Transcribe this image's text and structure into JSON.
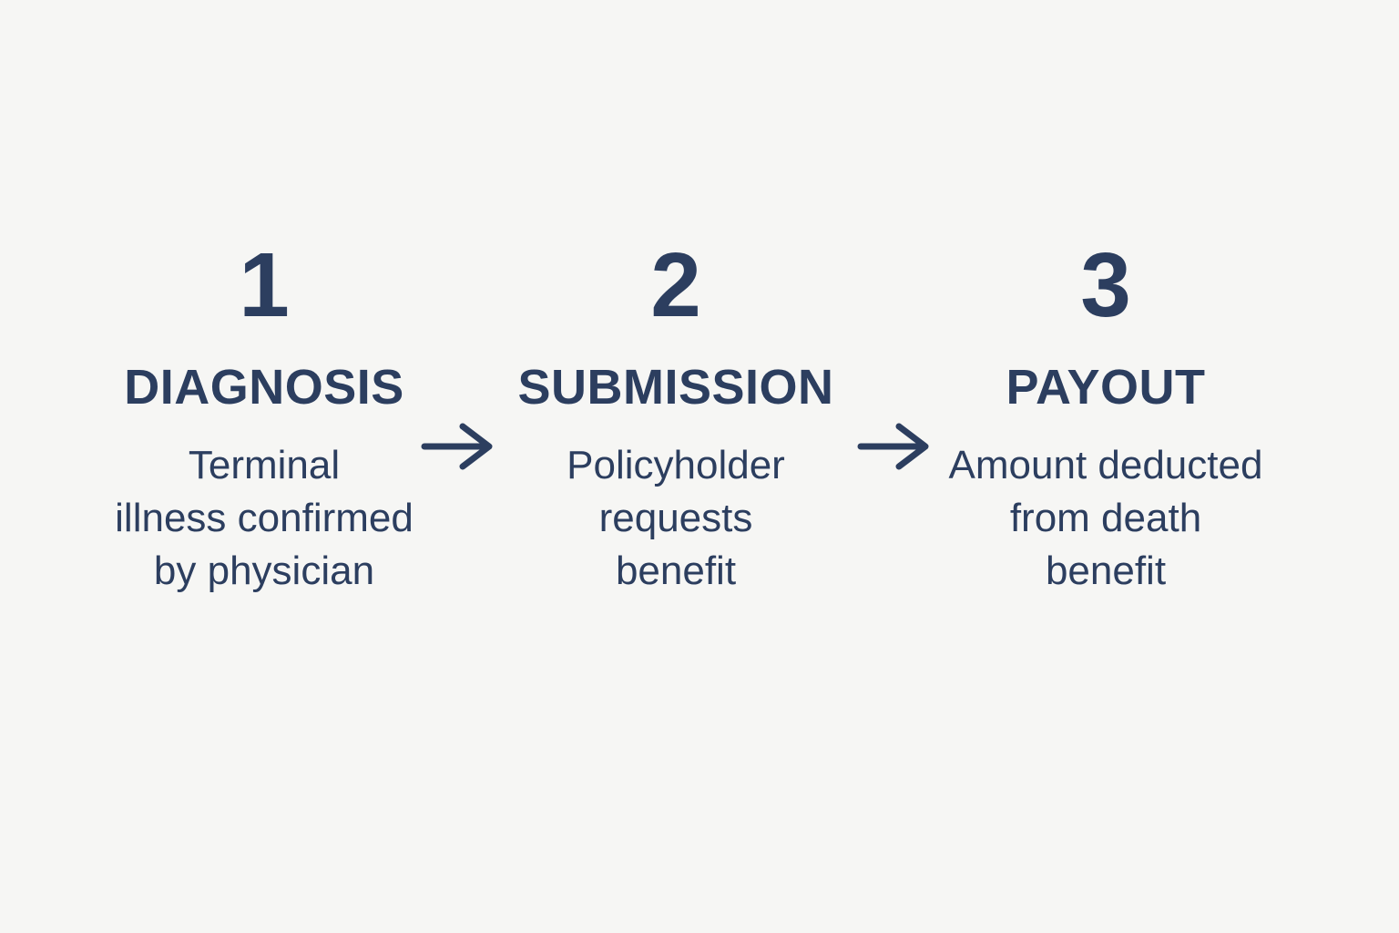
{
  "colors": {
    "background": "#f6f6f4",
    "text": "#2c3e5f"
  },
  "steps": [
    {
      "number": "1",
      "title": "DIAGNOSIS",
      "lines": [
        "Terminal",
        "illness confirmed",
        "by physician"
      ]
    },
    {
      "number": "2",
      "title": "SUBMISSION",
      "lines": [
        "Policyholder",
        "requests",
        "benefit"
      ]
    },
    {
      "number": "3",
      "title": "PAYOUT",
      "lines": [
        "Amount deducted",
        "from death",
        "benefit"
      ]
    }
  ],
  "arrows": [
    {
      "icon": "arrow-right-icon"
    },
    {
      "icon": "arrow-right-icon"
    }
  ]
}
